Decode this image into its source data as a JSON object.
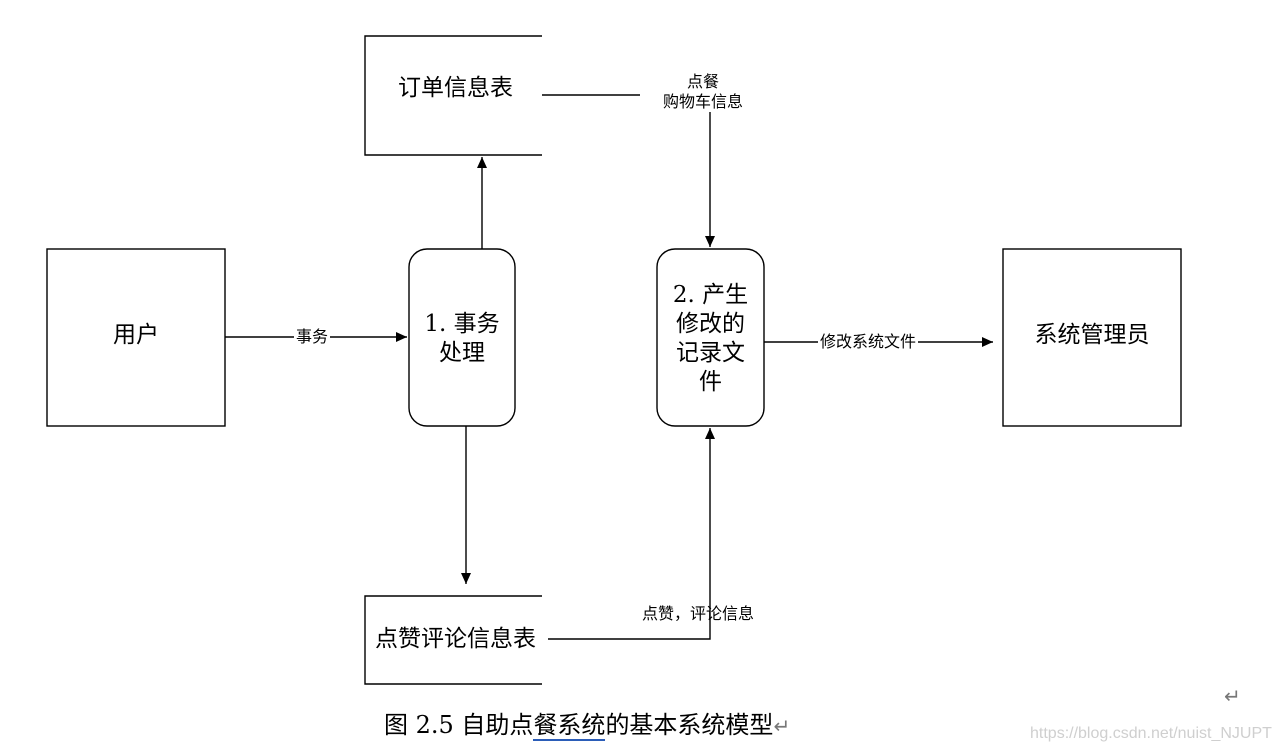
{
  "nodes": {
    "user": "用户",
    "process1": {
      "line1": "1. 事务",
      "line2": "处理"
    },
    "process2": {
      "line1": "2. 产生",
      "line2": "修改的",
      "line3": "记录文",
      "line4": "件"
    },
    "admin": "系统管理员",
    "order_table": "订单信息表",
    "review_table": "点赞评论信息表"
  },
  "edges": {
    "user_to_process1": "事务",
    "order_to_process2": {
      "line1": "点餐",
      "line2": "购物车信息"
    },
    "process2_to_admin": "修改系统文件",
    "review_to_process2": "点赞，评论信息"
  },
  "caption": {
    "prefix": "图 2.5  自助点",
    "underlined": "餐系统",
    "suffix": "的基本系统模型",
    "mark": "↵"
  },
  "extra_mark": "↵",
  "watermark": "https://blog.csdn.net/nuist_NJUPT"
}
